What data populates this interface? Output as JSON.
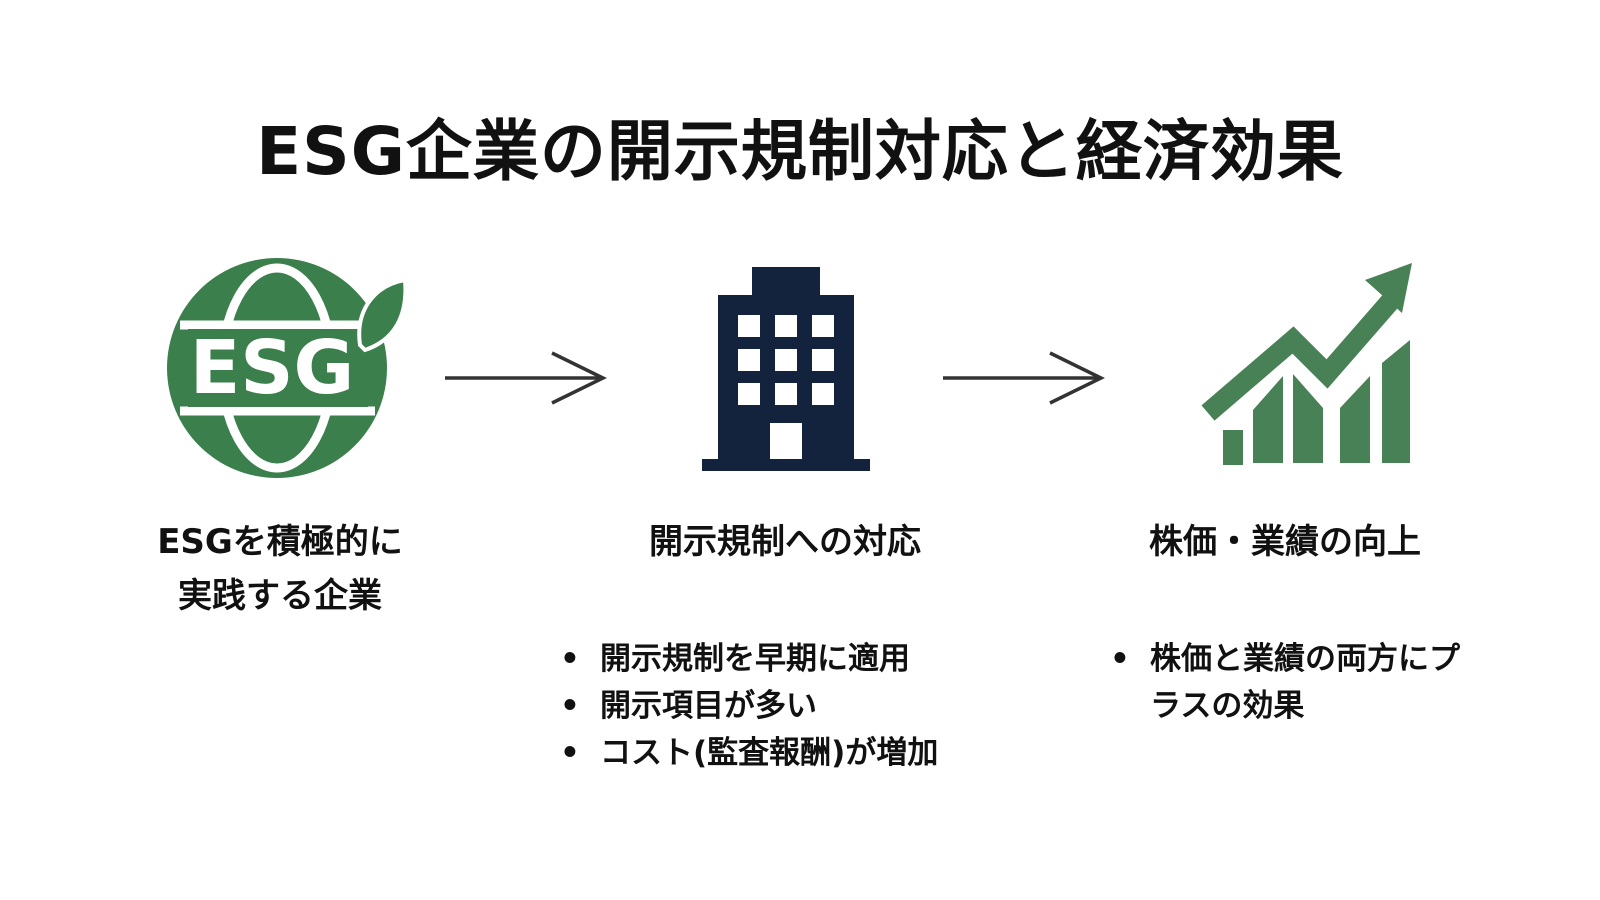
{
  "title": "ESG企業の開示規制対応と経済効果",
  "colors": {
    "green": "#3b7f4c",
    "navy": "#13223d",
    "arrow": "#333333"
  },
  "logo_text": "ESG",
  "steps": [
    {
      "icon": "esg-globe-leaf-icon",
      "label_lines": [
        "ESGを積極的に",
        "実践する企業"
      ]
    },
    {
      "icon": "office-building-icon",
      "label": "開示規制への対応",
      "bullets": [
        "開示規制を早期に適用",
        "開示項目が多い",
        "コスト(監査報酬)が増加"
      ]
    },
    {
      "icon": "growth-chart-icon",
      "label": "株価・業績の向上",
      "bullets": [
        "株価と業績の両方にプラスの効果"
      ]
    }
  ]
}
